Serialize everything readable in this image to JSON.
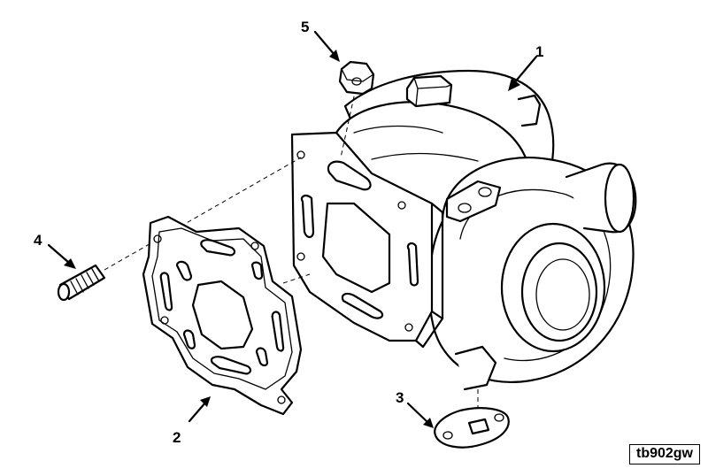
{
  "callouts": {
    "c1": "1",
    "c2": "2",
    "c3": "3",
    "c4": "4",
    "c5": "5"
  },
  "figure_code": "tb902gw"
}
